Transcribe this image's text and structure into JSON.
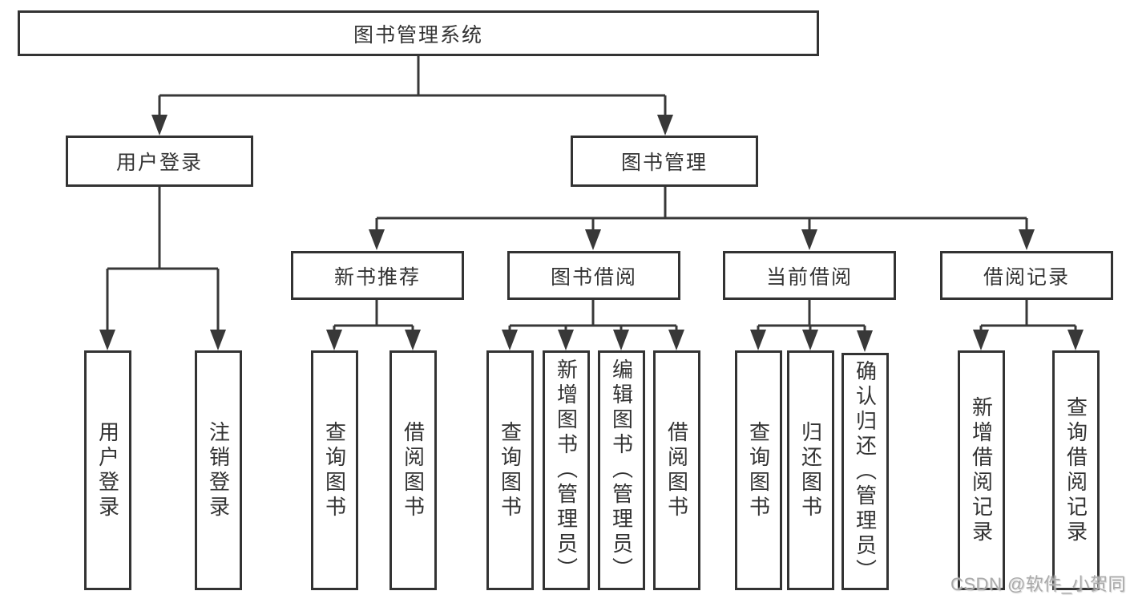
{
  "watermark": {
    "text": "CSDN @软件_小贺同学"
  },
  "colors": {
    "line": "#383838",
    "box_border": "#333333",
    "text": "#333333",
    "background": "#ffffff",
    "watermark": "#a9a9a9"
  },
  "tree": {
    "label": "图书管理系统",
    "children": [
      {
        "label": "用户登录",
        "children": [
          {
            "label": "用户登录"
          },
          {
            "label": "注销登录"
          }
        ]
      },
      {
        "label": "图书管理",
        "children": [
          {
            "label": "新书推荐",
            "children": [
              {
                "label": "查询图书"
              },
              {
                "label": "借阅图书"
              }
            ]
          },
          {
            "label": "图书借阅",
            "children": [
              {
                "label": "查询图书"
              },
              {
                "label": "新增图书（管理员）"
              },
              {
                "label": "编辑图书（管理员）"
              },
              {
                "label": "借阅图书"
              }
            ]
          },
          {
            "label": "当前借阅",
            "children": [
              {
                "label": "查询图书"
              },
              {
                "label": "归还图书"
              },
              {
                "label": "确认归还（管理员）"
              }
            ]
          },
          {
            "label": "借阅记录",
            "children": [
              {
                "label": "新增借阅记录"
              },
              {
                "label": "查询借阅记录"
              }
            ]
          }
        ]
      }
    ]
  }
}
